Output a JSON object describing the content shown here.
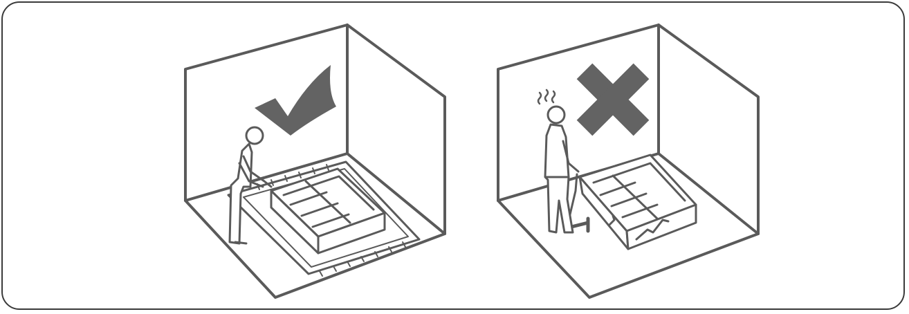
{
  "colors": {
    "stroke": "#5a5a5a",
    "fill_symbol": "#636363",
    "frame": "#3a3a3a",
    "background": "#ffffff"
  },
  "panels": [
    {
      "id": "correct",
      "symbol_icon": "checkmark-icon",
      "scene": "person-lifting-drawer-onto-protective-mat"
    },
    {
      "id": "incorrect",
      "symbol_icon": "cross-icon",
      "scene": "drawer-dropped-on-bare-floor-cracked"
    }
  ]
}
